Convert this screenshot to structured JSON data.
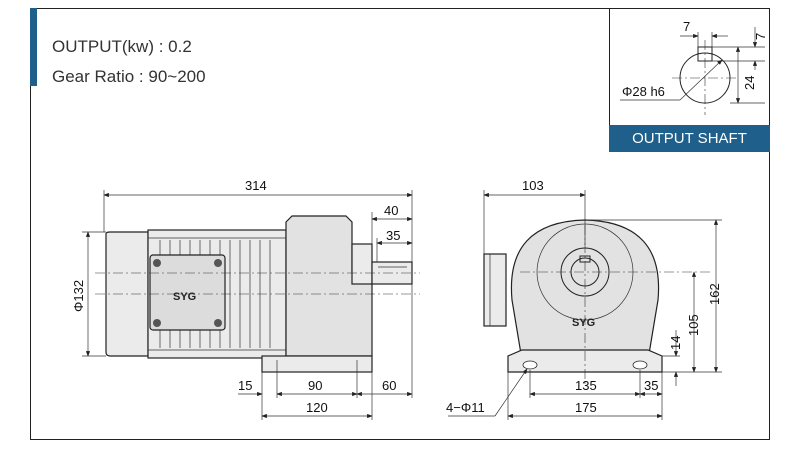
{
  "specs": {
    "output": "OUTPUT(kw) : 0.2",
    "gear_ratio": "Gear Ratio : 90~200"
  },
  "output_shaft": {
    "title": "OUTPUT SHAFT",
    "key_width": "7",
    "key_depth": "7",
    "height": "24",
    "diameter": "Φ28 h6"
  },
  "side_view": {
    "overall_length": "314",
    "shaft_length": "40",
    "shaft_key_length": "35",
    "motor_diameter": "Φ132",
    "base_offset": "15",
    "base_hole_pitch": "90",
    "shaft_overhang": "60",
    "base_length": "120",
    "badge": "SYG"
  },
  "front_view": {
    "width_left": "103",
    "shaft_height": "105",
    "overall_height": "162",
    "base_thickness": "14",
    "hole_pitch": "135",
    "hole_edge": "35",
    "base_width": "175",
    "holes": "4−Φ11",
    "badge": "SYG"
  },
  "colors": {
    "accent": "#1f5f8b",
    "body_fill": "#ebebeb",
    "line": "#222222"
  }
}
